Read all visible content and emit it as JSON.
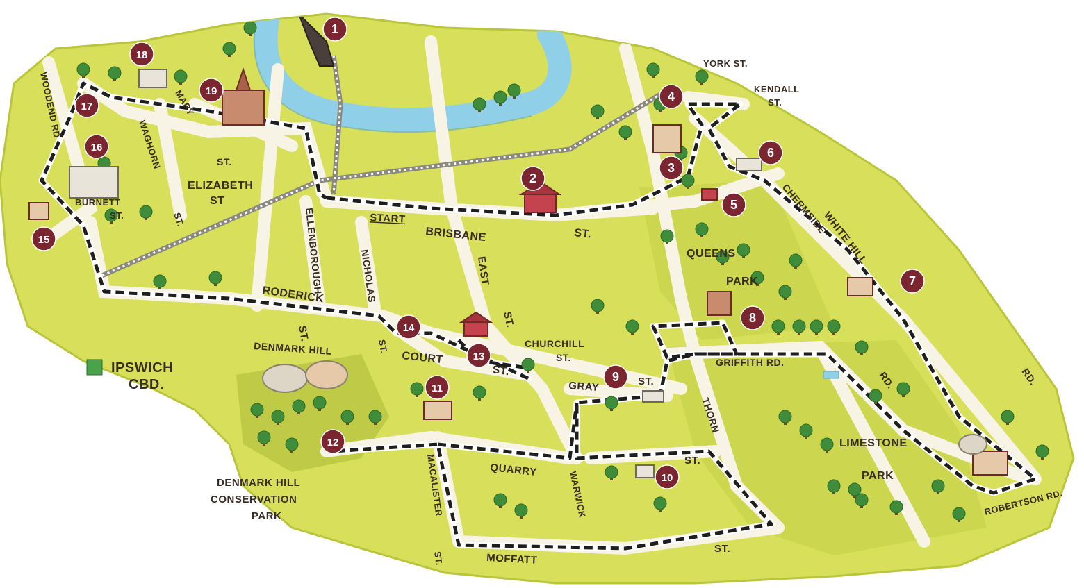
{
  "colors": {
    "land": "#d8df5a",
    "land_dark": "#b9c63c",
    "road": "#f7f4e6",
    "road_edge": "#c9c7a8",
    "river": "#8fd0e8",
    "trail": "#1e1e1e",
    "badge": "#7a2530",
    "tree": "#3f8c3a",
    "label": "#3a2d23"
  },
  "streets": {
    "brisbane": "BRISBANE",
    "brisbane_st": "ST.",
    "start": "START",
    "roderick": "RODERICK",
    "ellenborough": "ELLENBOROUGH",
    "nicholas": "NICHOLAS",
    "east": "EAST",
    "east_st": "ST.",
    "court": "COURT",
    "court_st": "ST.",
    "churchill": "CHURCHILL",
    "churchill_st": "ST.",
    "gray": "GRAY",
    "gray_st": "ST.",
    "thorn": "THORN",
    "quarry": "QUARRY",
    "quarry_st": "ST.",
    "warwick": "WARWICK",
    "macalister": "MACALISTER",
    "macalister_st": "ST.",
    "moffatt": "MOFFATT",
    "moffatt_st": "ST.",
    "york": "YORK ST.",
    "kendall": "KENDALL",
    "kendall_st": "ST.",
    "chermside": "CHERMSIDE",
    "chermside_rd": "RD.",
    "whitehill": "WHITE HILL",
    "whitehill_rd": "RD.",
    "griffith": "GRIFFITH RD.",
    "robertson": "ROBERTSON RD.",
    "woodend": "WOODEND RD",
    "burnett": "BURNETT",
    "burnett_st": "ST.",
    "waghorn": "WAGHORN",
    "waghorn_st": "ST.",
    "mary": "MARY",
    "mary_st": "ST.",
    "elizabeth": "ELIZABETH",
    "elizabeth_st": "ST",
    "denmark_hill": "DENMARK HILL",
    "denmark_st": "ST.",
    "roderick_st": "ST."
  },
  "places": {
    "queens": "QUEENS",
    "park": "PARK",
    "limestone": "LIMESTONE",
    "limestone_park": "PARK",
    "conservation_1": "DENMARK HILL",
    "conservation_2": "CONSERVATION",
    "conservation_3": "PARK"
  },
  "legend": {
    "line1": "IPSWICH",
    "line2": "CBD."
  },
  "stops": [
    "1",
    "2",
    "3",
    "4",
    "5",
    "6",
    "7",
    "8",
    "9",
    "10",
    "11",
    "12",
    "13",
    "14",
    "15",
    "16",
    "17",
    "18",
    "19"
  ]
}
